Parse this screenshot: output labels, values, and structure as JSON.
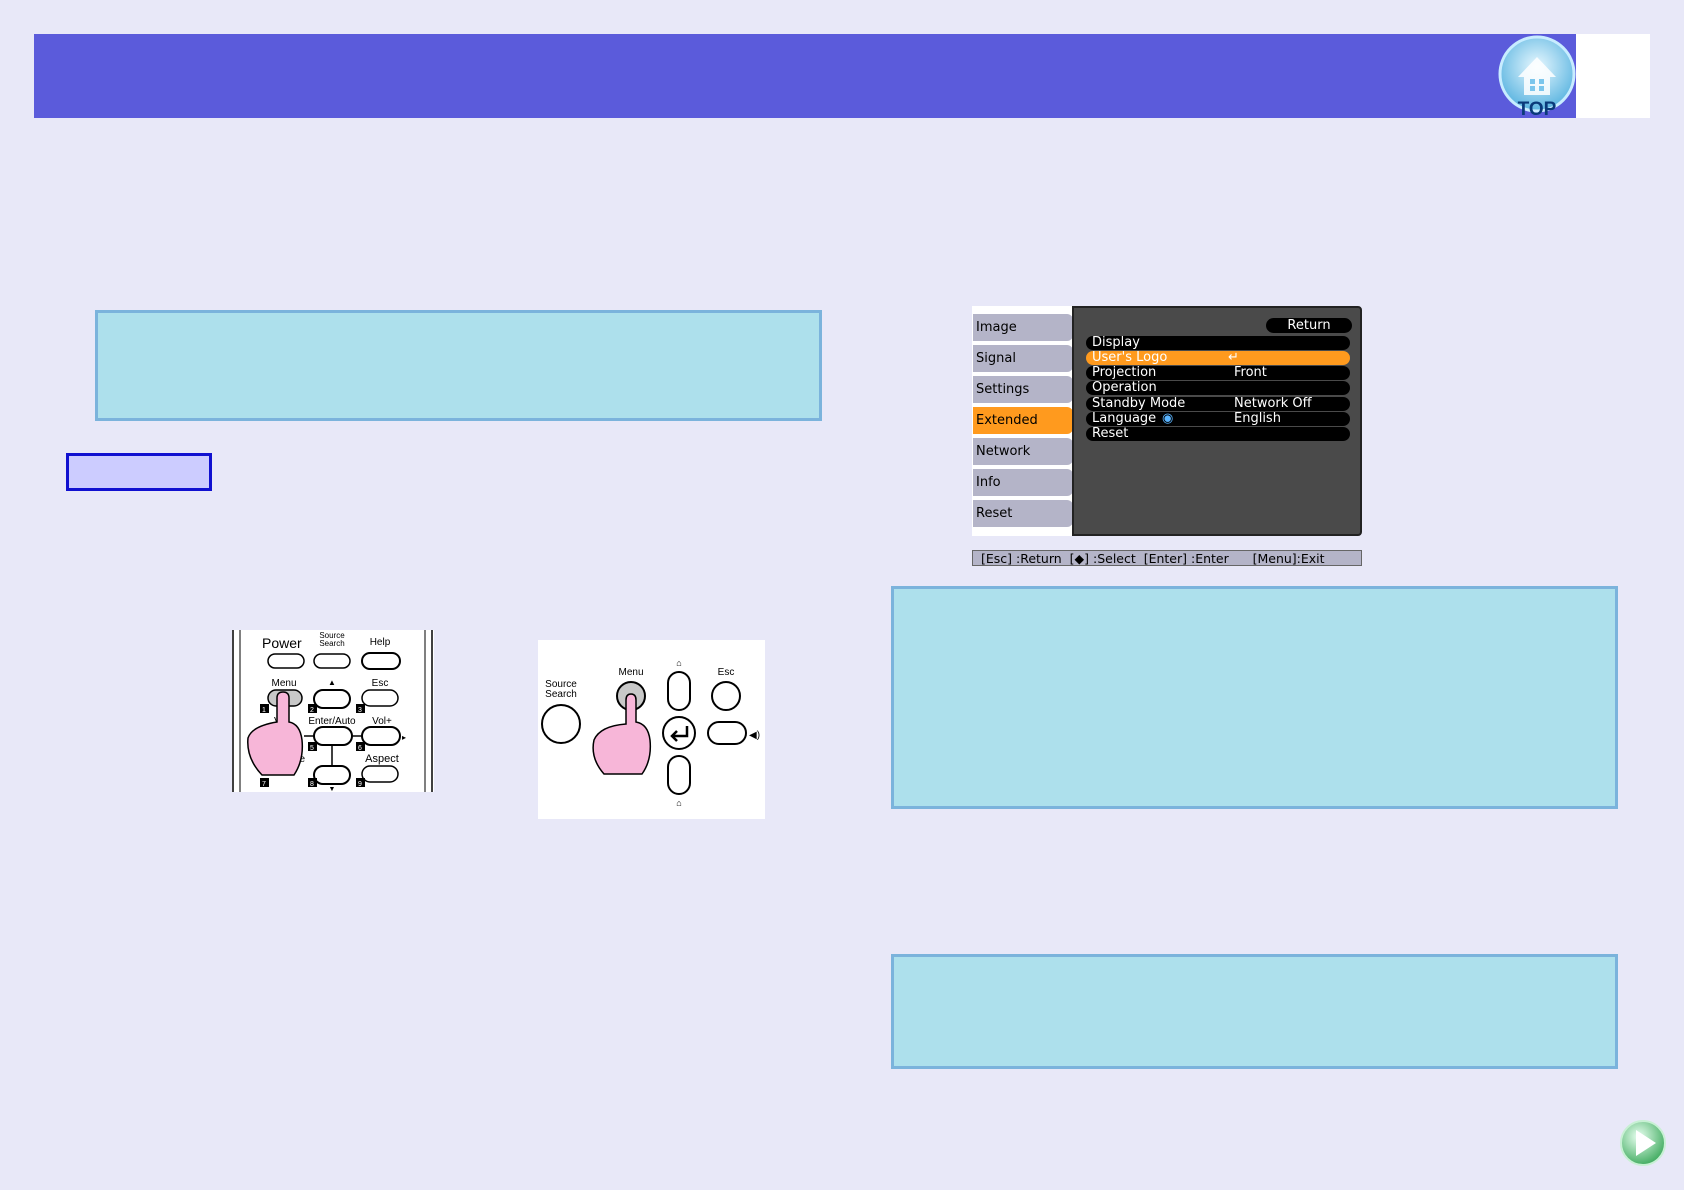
{
  "header": {
    "top_label": "TOP"
  },
  "remote": {
    "power": "Power",
    "source_search": "Source Search",
    "help": "Help",
    "menu": "Menu",
    "esc": "Esc",
    "enter_auto": "Enter/Auto",
    "vol_plus": "Vol+",
    "mode_partial": "de",
    "aspect": "Aspect",
    "vol_partial": "V",
    "num": [
      "1",
      "2",
      "3",
      "5",
      "6",
      "7",
      "8",
      "9"
    ]
  },
  "panel": {
    "menu": "Menu",
    "esc": "Esc",
    "source_search": "Source Search"
  },
  "osd": {
    "tabs": [
      "Image",
      "Signal",
      "Settings",
      "Extended",
      "Network",
      "Info",
      "Reset"
    ],
    "active_tab": "Extended",
    "return_label": "Return",
    "rows": [
      {
        "label": "Display",
        "value": ""
      },
      {
        "label": "User's Logo",
        "value": ""
      },
      {
        "label": "Projection",
        "value": "Front"
      },
      {
        "label": "Operation",
        "value": ""
      },
      {
        "label": "Standby Mode",
        "value": "Network Off"
      },
      {
        "label": "Language",
        "value": "English"
      },
      {
        "label": "Reset",
        "value": ""
      }
    ],
    "selected_row": "User's Logo",
    "footer": "[Esc] :Return  [◆] :Select  [Enter] :Enter      [Menu]:Exit"
  },
  "colors": {
    "header": "#5b5bdb",
    "note_fill": "#ade0ec",
    "note_border": "#7bb3dc",
    "osd_highlight": "#ff9a1e",
    "finger": "#f7b6d8"
  }
}
